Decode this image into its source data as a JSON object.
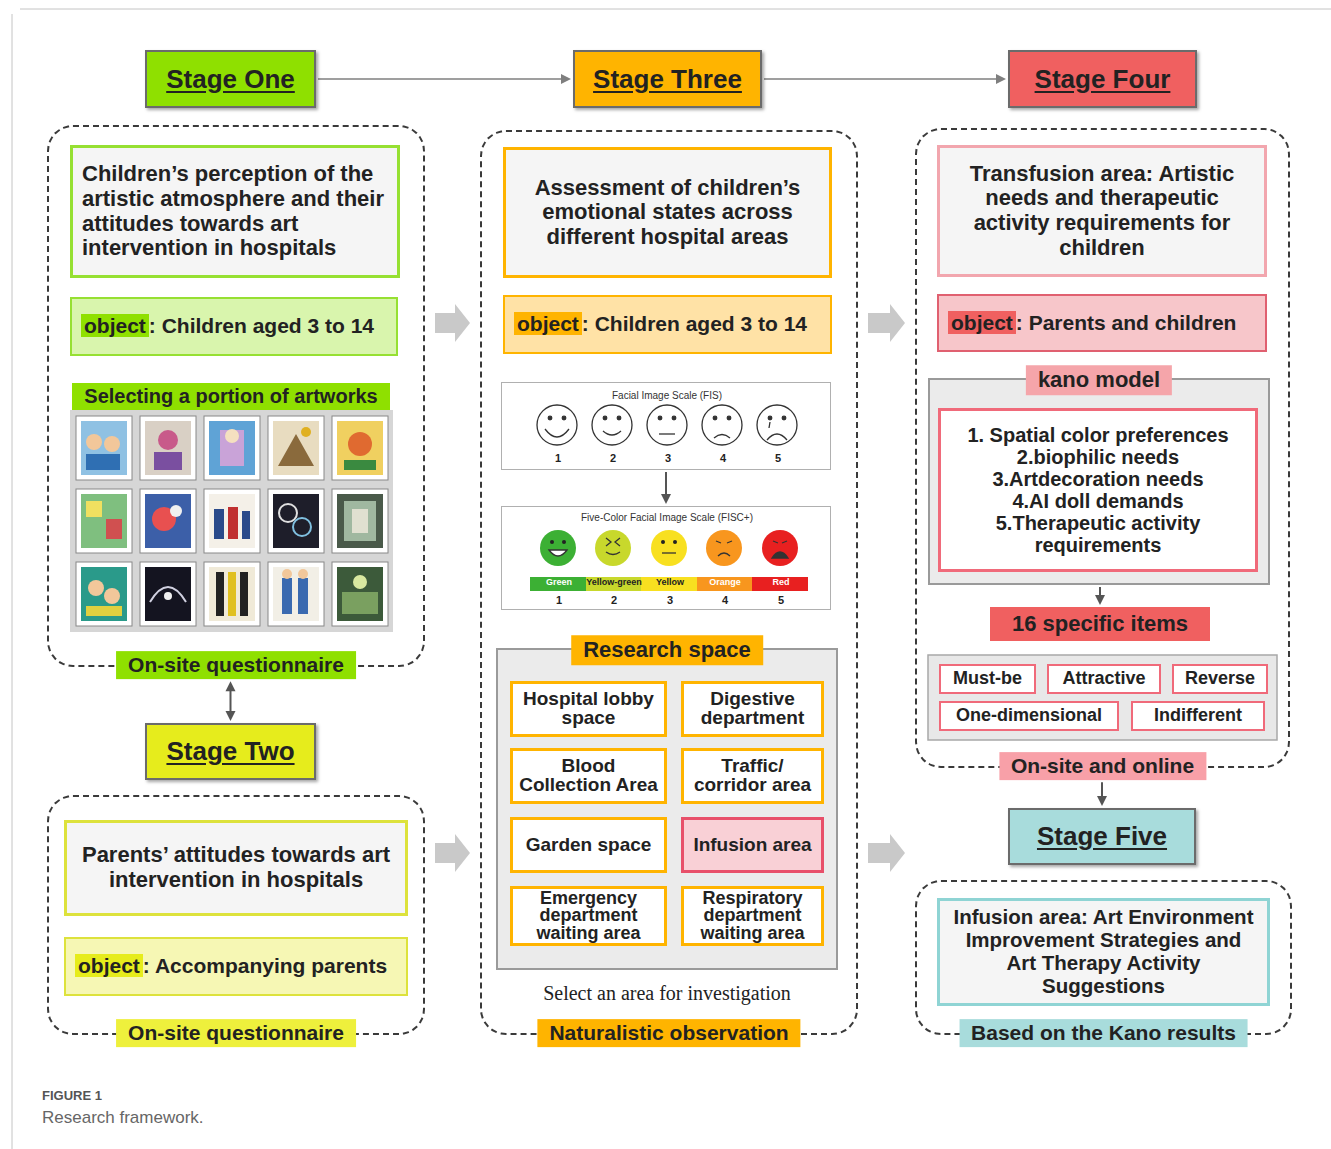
{
  "diagram": {
    "caption": "Research framework.",
    "nodes": [
      {
        "text": [
          "Stage One"
        ]
      },
      {
        "text": [
          "Stage Three"
        ]
      },
      {
        "text": [
          "Stage Four"
        ]
      },
      {
        "text": [
          "On-site questionnaire"
        ]
      },
      {
        "text": [
          "Children’s perception of the artistic atmosphere and their attitudes towards art intervention in hospitals"
        ],
        "in": 3
      },
      {
        "text": [
          "object",
          ": Children aged 3 to 14"
        ],
        "in": 3
      },
      {
        "text": [
          "Selecting a portion of artworks"
        ],
        "in": 3
      },
      {
        "text": [
          "Stage Two"
        ]
      },
      {
        "text": [
          "On-site questionnaire"
        ]
      },
      {
        "text": [
          "Parents’ attitudes towards art intervention in hospitals"
        ],
        "in": 8
      },
      {
        "text": [
          "object",
          ": Accompanying parents"
        ],
        "in": 8
      },
      {
        "text": [
          "Naturalistic observation"
        ]
      },
      {
        "text": [
          "Assessment of children’s emotional states across different hospital areas"
        ],
        "in": 11
      },
      {
        "text": [
          "object",
          ": Children aged 3 to 14"
        ],
        "in": 11
      },
      {
        "text": [
          "Facial Image Scale (FIS)",
          "1",
          "2",
          "3",
          "4",
          "5"
        ],
        "in": 11
      },
      {
        "text": [
          "Five-Color Facial Image Scale (FISC+)",
          "Green",
          "Yellow-green",
          "Yellow",
          "Orange",
          "Red",
          "1",
          "2",
          "3",
          "4",
          "5"
        ],
        "in": 11
      },
      {
        "text": [
          "Research space"
        ],
        "in": 11
      },
      {
        "text": [
          "Hospital lobby space"
        ],
        "in": 16
      },
      {
        "text": [
          "Digestive department"
        ],
        "in": 16
      },
      {
        "text": [
          "Blood Collection Area"
        ],
        "in": 16
      },
      {
        "text": [
          "Traffic/ corridor area"
        ],
        "in": 16
      },
      {
        "text": [
          "Garden space"
        ],
        "in": 16
      },
      {
        "text": [
          "Infusion area"
        ],
        "in": 16
      },
      {
        "text": [
          "Emergency department waiting area"
        ],
        "in": 16
      },
      {
        "text": [
          "Respiratory department waiting area"
        ],
        "in": 16
      },
      {
        "text": [
          "On-site and online"
        ]
      },
      {
        "text": [
          "Transfusion area: Artistic needs and therapeutic activity requirements for children"
        ],
        "in": 25
      },
      {
        "text": [
          "object",
          ": Parents and children"
        ],
        "in": 25
      },
      {
        "text": [
          "kano model"
        ],
        "in": 25
      },
      {
        "text": [
          "1. Spatial color preferences",
          "2.biophilic needs",
          "3.Artdecoration needs",
          "4.AI doll demands",
          "5.Therapeutic activity requirements"
        ],
        "in": 28
      },
      {
        "text": [
          "16 specific items"
        ],
        "in": 25
      },
      {
        "text": [
          "Must-be"
        ],
        "in": 25
      },
      {
        "text": [
          "Attractive"
        ],
        "in": 25
      },
      {
        "text": [
          "Reverse"
        ],
        "in": 25
      },
      {
        "text": [
          "One-dimensional"
        ],
        "in": 25
      },
      {
        "text": [
          "Indifferent"
        ],
        "in": 25
      },
      {
        "text": [
          "Stage Five"
        ]
      },
      {
        "text": [
          "Based on the Kano results"
        ]
      },
      {
        "text": [
          "Infusion area: Art Environment Improvement Strategies and Art Therapy Activity Suggestions"
        ],
        "in": 37
      }
    ],
    "edges": [
      {
        "from": 0,
        "to": 1,
        "arrow": "to"
      },
      {
        "from": 1,
        "to": 2,
        "arrow": "to"
      },
      {
        "from": 3,
        "to": 7,
        "arrow": "both"
      },
      {
        "from": 3,
        "to": 11,
        "arrow": "to"
      },
      {
        "from": 8,
        "to": 11,
        "arrow": "to"
      },
      {
        "from": 11,
        "to": 25,
        "arrow": "to"
      },
      {
        "from": 11,
        "to": 37,
        "arrow": "to"
      },
      {
        "from": 25,
        "to": 36,
        "arrow": "to"
      },
      {
        "from": 28,
        "to": 30,
        "arrow": "to"
      },
      {
        "from": 14,
        "to": 15,
        "arrow": "to"
      }
    ],
    "labels": [
      "Select an area for investigation",
      "FIGURE 1"
    ]
  }
}
